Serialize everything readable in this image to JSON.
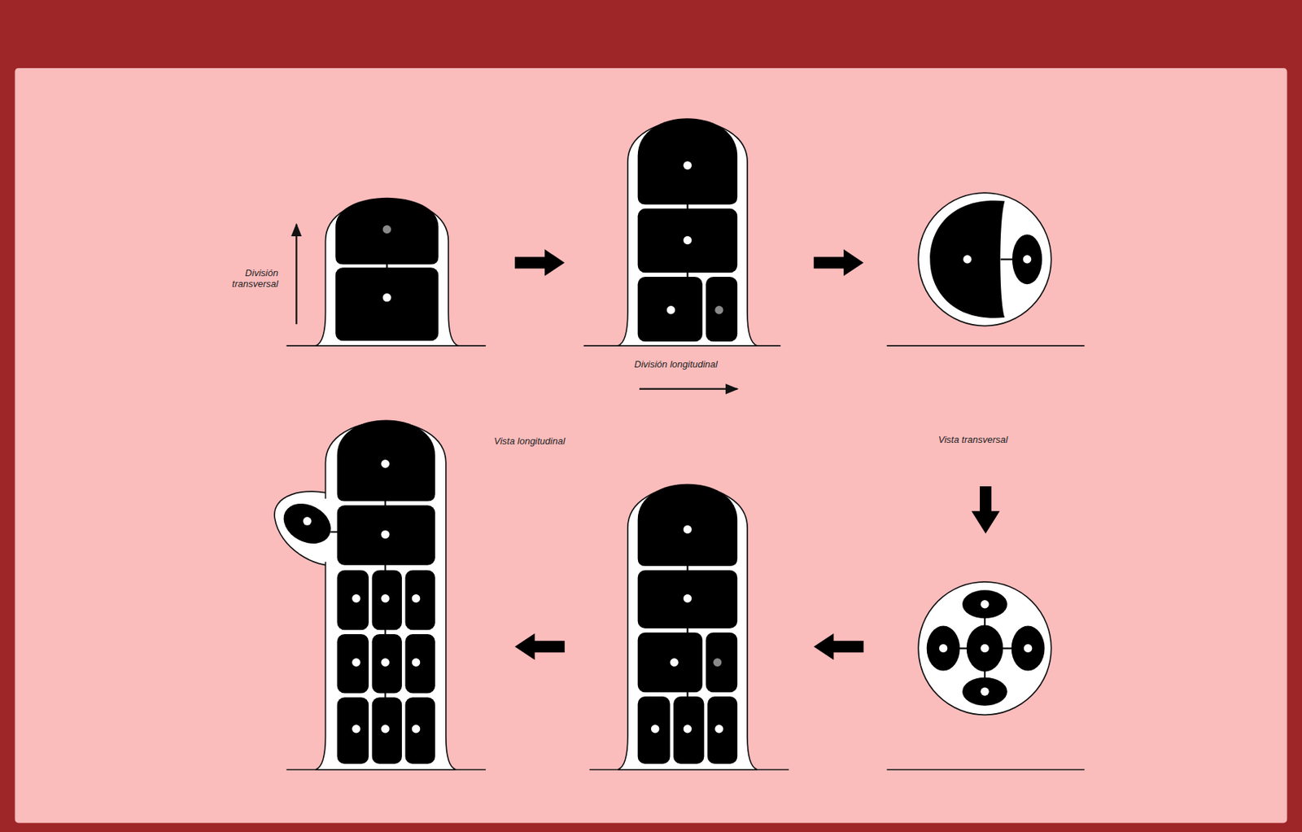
{
  "diagram": {
    "labels": [
      "División transversal",
      "División longitudinal",
      "Vista longitudinal",
      "Vista transversal"
    ]
  }
}
